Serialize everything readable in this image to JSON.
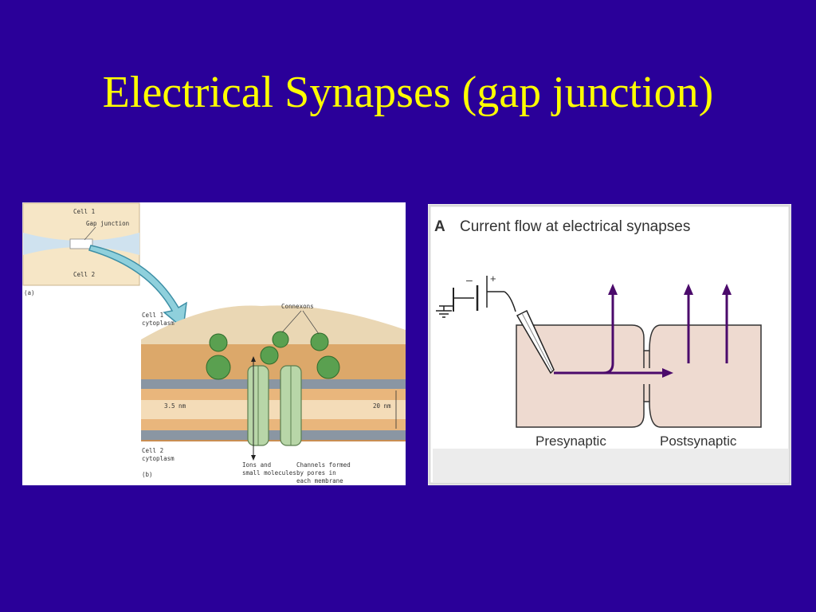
{
  "slide": {
    "title": "Electrical Synapses (gap junction)"
  },
  "left_figure": {
    "inset_labels": {
      "cell1": "Cell 1",
      "gap_junction": "Gap junction",
      "cell2": "Cell 2",
      "panel": "(a)"
    },
    "main_labels": {
      "connexons": "Connexons",
      "cell1_cytoplasm_1": "Cell 1",
      "cell1_cytoplasm_2": "cytoplasm",
      "gap_3_5": "3.5 nm",
      "gap_20": "20 nm",
      "cell2_cytoplasm_1": "Cell 2",
      "cell2_cytoplasm_2": "cytoplasm",
      "panel": "(b)",
      "ions_1": "Ions and",
      "ions_2": "small molecules",
      "channels_1": "Channels formed",
      "channels_2": "by pores in",
      "channels_3": "each membrane"
    }
  },
  "right_figure": {
    "panel_letter": "A",
    "heading": "Current flow at electrical synapses",
    "battery_minus": "–",
    "battery_plus": "+",
    "label_pre": "Presynaptic",
    "label_post": "Postsynaptic"
  },
  "colors": {
    "background": "#2a0099",
    "title": "#ffff00",
    "cell_fill": "#eedad0",
    "current_arrow": "#4b0a6b",
    "connexon": "#5aa050"
  }
}
